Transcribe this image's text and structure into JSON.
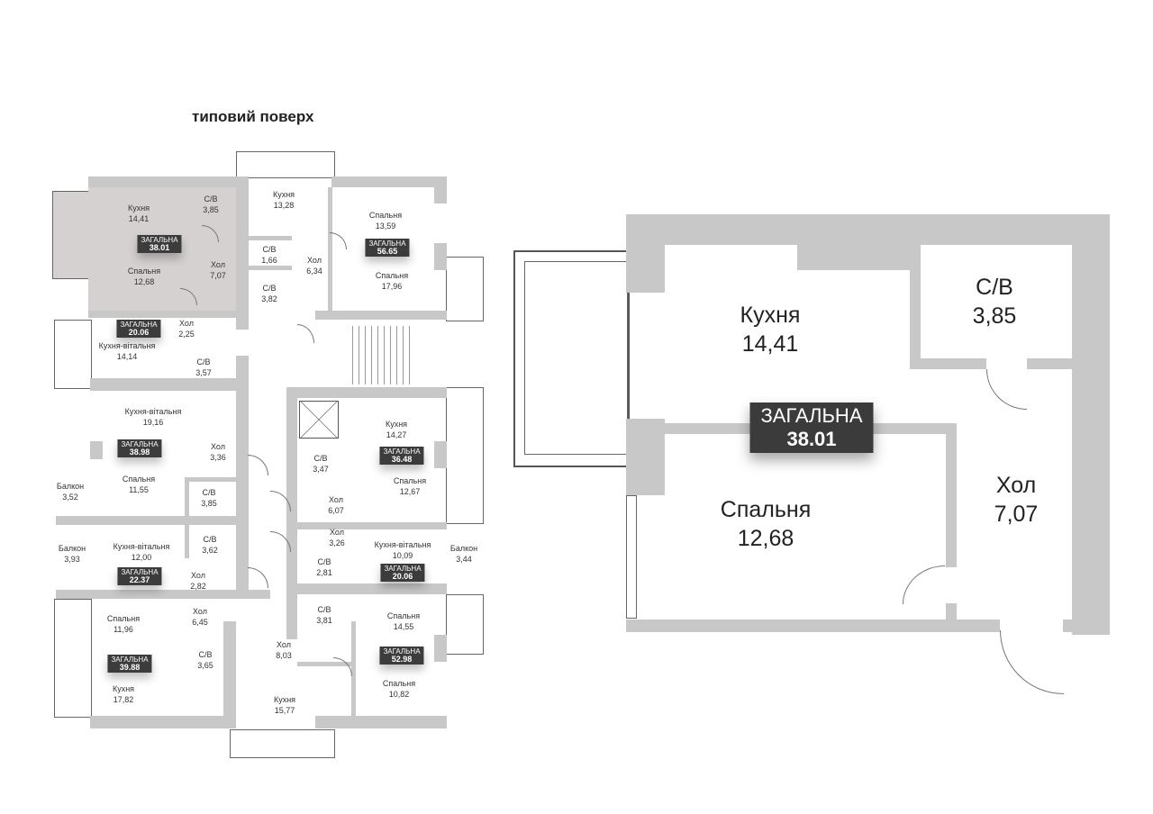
{
  "title": "типовий поверх",
  "plan": {
    "rooms": [
      {
        "name": "Кухня",
        "area": "14,41"
      },
      {
        "name": "С/В",
        "area": "3,85"
      },
      {
        "name": "Спальня",
        "area": "12,68"
      },
      {
        "name": "Хол",
        "area": "7,07"
      },
      {
        "name": "Кухня",
        "area": "13,28"
      },
      {
        "name": "С/В",
        "area": "1,66"
      },
      {
        "name": "Хол",
        "area": "6,34"
      },
      {
        "name": "С/В",
        "area": "3,82"
      },
      {
        "name": "Спальня",
        "area": "13,59"
      },
      {
        "name": "Спальня",
        "area": "17,96"
      },
      {
        "name": "Хол",
        "area": "2,25"
      },
      {
        "name": "Кухня-вітальня",
        "area": "14,14"
      },
      {
        "name": "С/В",
        "area": "3,57"
      },
      {
        "name": "Кухня-вітальня",
        "area": "19,16"
      },
      {
        "name": "Хол",
        "area": "3,36"
      },
      {
        "name": "Балкон",
        "area": "3,52"
      },
      {
        "name": "Спальня",
        "area": "11,55"
      },
      {
        "name": "С/В",
        "area": "3,85"
      },
      {
        "name": "С/В",
        "area": "3,47"
      },
      {
        "name": "Кухня",
        "area": "14,27"
      },
      {
        "name": "Спальня",
        "area": "12,67"
      },
      {
        "name": "Хол",
        "area": "6,07"
      },
      {
        "name": "Хол",
        "area": "3,26"
      },
      {
        "name": "Кухня-вітальня",
        "area": "10,09"
      },
      {
        "name": "Балкон",
        "area": "3,44"
      },
      {
        "name": "С/В",
        "area": "2,81"
      },
      {
        "name": "Балкон",
        "area": "3,93"
      },
      {
        "name": "Кухня-вітальня",
        "area": "12,00"
      },
      {
        "name": "С/В",
        "area": "3,62"
      },
      {
        "name": "Хол",
        "area": "2,82"
      },
      {
        "name": "Спальня",
        "area": "11,96"
      },
      {
        "name": "Хол",
        "area": "6,45"
      },
      {
        "name": "С/В",
        "area": "3,81"
      },
      {
        "name": "Спальня",
        "area": "14,55"
      },
      {
        "name": "С/В",
        "area": "3,65"
      },
      {
        "name": "Хол",
        "area": "8,03"
      },
      {
        "name": "Спальня",
        "area": "10,82"
      },
      {
        "name": "Кухня",
        "area": "17,82"
      },
      {
        "name": "Кухня",
        "area": "15,77"
      }
    ],
    "totals": [
      {
        "label": "ЗАГАЛЬНА",
        "value": "38.01"
      },
      {
        "label": "ЗАГАЛЬНА",
        "value": "56.65"
      },
      {
        "label": "ЗАГАЛЬНА",
        "value": "20.06"
      },
      {
        "label": "ЗАГАЛЬНА",
        "value": "38.98"
      },
      {
        "label": "ЗАГАЛЬНА",
        "value": "36.48"
      },
      {
        "label": "ЗАГАЛЬНА",
        "value": "20.06"
      },
      {
        "label": "ЗАГАЛЬНА",
        "value": "22.37"
      },
      {
        "label": "ЗАГАЛЬНА",
        "value": "39.88"
      },
      {
        "label": "ЗАГАЛЬНА",
        "value": "52.98"
      }
    ]
  },
  "detail": {
    "rooms": [
      {
        "name": "Кухня",
        "area": "14,41"
      },
      {
        "name": "С/В",
        "area": "3,85"
      },
      {
        "name": "Спальня",
        "area": "12,68"
      },
      {
        "name": "Хол",
        "area": "7,07"
      }
    ],
    "total": {
      "label": "ЗАГАЛЬНА",
      "value": "38.01"
    }
  }
}
